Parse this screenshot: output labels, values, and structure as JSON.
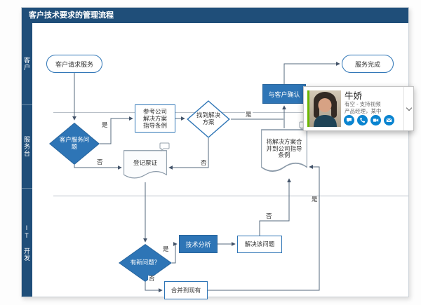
{
  "title": "客户技术要求的管理流程",
  "lanes": [
    "客户",
    "服务台",
    "IT 开发"
  ],
  "shapes": {
    "request": "客户请求服务",
    "done": "服务完成",
    "confirm": "与客户确认",
    "issue": "客户服务问题",
    "refer": "参考公司解决方案指导条例",
    "found": "找到解决方案",
    "ticket": "登记票证",
    "merge_doc": "将解决方案合并到公司指导条例",
    "new_issue": "有新问题？",
    "analysis": "技术分析",
    "solve": "解决该问题",
    "merge_existing": "合并到现有"
  },
  "decisions": {
    "yes": "是",
    "no": "否"
  },
  "contact_card": {
    "name": "牛娇",
    "status": "有空 - 支持视频",
    "detail": "产品经理，某中",
    "actions": [
      "chat",
      "call",
      "video",
      "email"
    ]
  },
  "colors": {
    "header": "#1f4e79",
    "accent": "#2e75b6",
    "connector": "#54687c",
    "presence": "#6bb700",
    "action_button": "#0a84d0"
  }
}
